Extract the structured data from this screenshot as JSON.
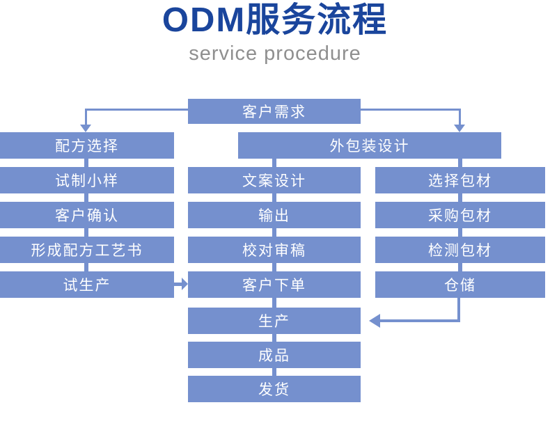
{
  "header": {
    "title": "ODM服务流程",
    "subtitle": "service procedure"
  },
  "colors": {
    "accent_blue": "#7590ce",
    "title_blue": "#1a459c",
    "subtitle_gray": "#8f8f8f",
    "box_text": "#ffffff",
    "background": "#ffffff"
  },
  "icons": {
    "arrow_down": "▼",
    "arrow_right": "▶",
    "arrow_left": "◀"
  },
  "flow": {
    "source": {
      "label": "客户需求"
    },
    "left_branch": {
      "steps": [
        "配方选择",
        "试制小样",
        "客户确认",
        "形成配方工艺书",
        "试生产"
      ]
    },
    "center_branch": {
      "steps": [
        "文案设计",
        "输出",
        "校对审稿",
        "客户下单",
        "生产",
        "成品",
        "发货"
      ]
    },
    "right_branch": {
      "header": "外包装设计",
      "steps": [
        "选择包材",
        "采购包材",
        "检测包材",
        "仓储"
      ]
    }
  }
}
